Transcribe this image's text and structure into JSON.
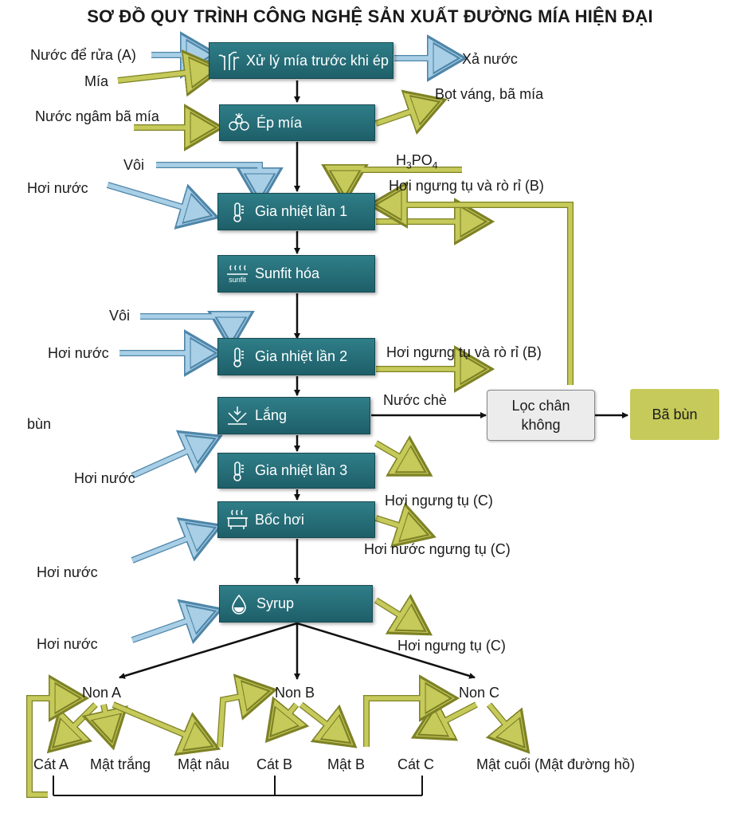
{
  "title": "SƠ ĐỒ QUY TRÌNH CÔNG NGHỆ SẢN XUẤT ĐƯỜNG MÍA HIỆN ĐẠI",
  "steps": {
    "pretreat": "Xử lý mía trước khi ép",
    "press": "Ép mía",
    "heat1": "Gia nhiệt lần 1",
    "sulfite": "Sunfit hóa",
    "heat2": "Gia nhiệt lần 2",
    "settle": "Lắng",
    "heat3": "Gia nhiệt lần 3",
    "evaporate": "Bốc hơi",
    "syrup": "Syrup"
  },
  "sulfite_icon_text": "sunfit",
  "filter": {
    "line1": "Lọc chân",
    "line2": "không"
  },
  "mud_cake": "Bã bùn",
  "labels": {
    "wash_water": "Nước để rửa (A)",
    "cane": "Mía",
    "discharge_water": "Xả nước",
    "foam_bagasse": "Bọt váng, bã mía",
    "imbibition_water": "Nước ngâm bã mía",
    "lime1": "Vôi",
    "steam1": "Hơi nước",
    "h3po4_main": "H",
    "h3po4_sub1": "3",
    "h3po4_mid": "PO",
    "h3po4_sub2": "4",
    "condensate_b1": "Hơi ngưng tụ và rò rỉ (B)",
    "lime2": "Vôi",
    "steam2": "Hơi nước",
    "condensate_b2": "Hơi ngưng tụ và rò rỉ (B)",
    "juice": "Nước chè",
    "mud": "bùn",
    "steam3": "Hơi nước",
    "condensate_c1": "Hơi ngưng tụ (C)",
    "steam4": "Hơi nước",
    "vapor_condensate_c": "Hơi nước ngưng tụ (C)",
    "steam5": "Hơi nước",
    "condensate_c2": "Hơi ngưng tụ (C)"
  },
  "massecuites": {
    "a": "Non A",
    "b": "Non B",
    "c": "Non C"
  },
  "products": {
    "sugar_a": "Cát A",
    "white_molasses": "Mật trắng",
    "brown_molasses": "Mật nâu",
    "sugar_b": "Cát B",
    "molasses_b": "Mật B",
    "sugar_c": "Cát C",
    "final_molasses": "Mật cuối (Mật đường hồ)"
  },
  "colors": {
    "step_fill": "#2a7480",
    "blue_arrow": "#a8cfe6",
    "blue_arrow_edge": "#4f86a9",
    "green_arrow": "#c6ca5a",
    "green_arrow_edge": "#7e8226",
    "black_arrow": "#111111",
    "filter_fill": "#ececec",
    "mud_cake_fill": "#c6ca5a"
  }
}
